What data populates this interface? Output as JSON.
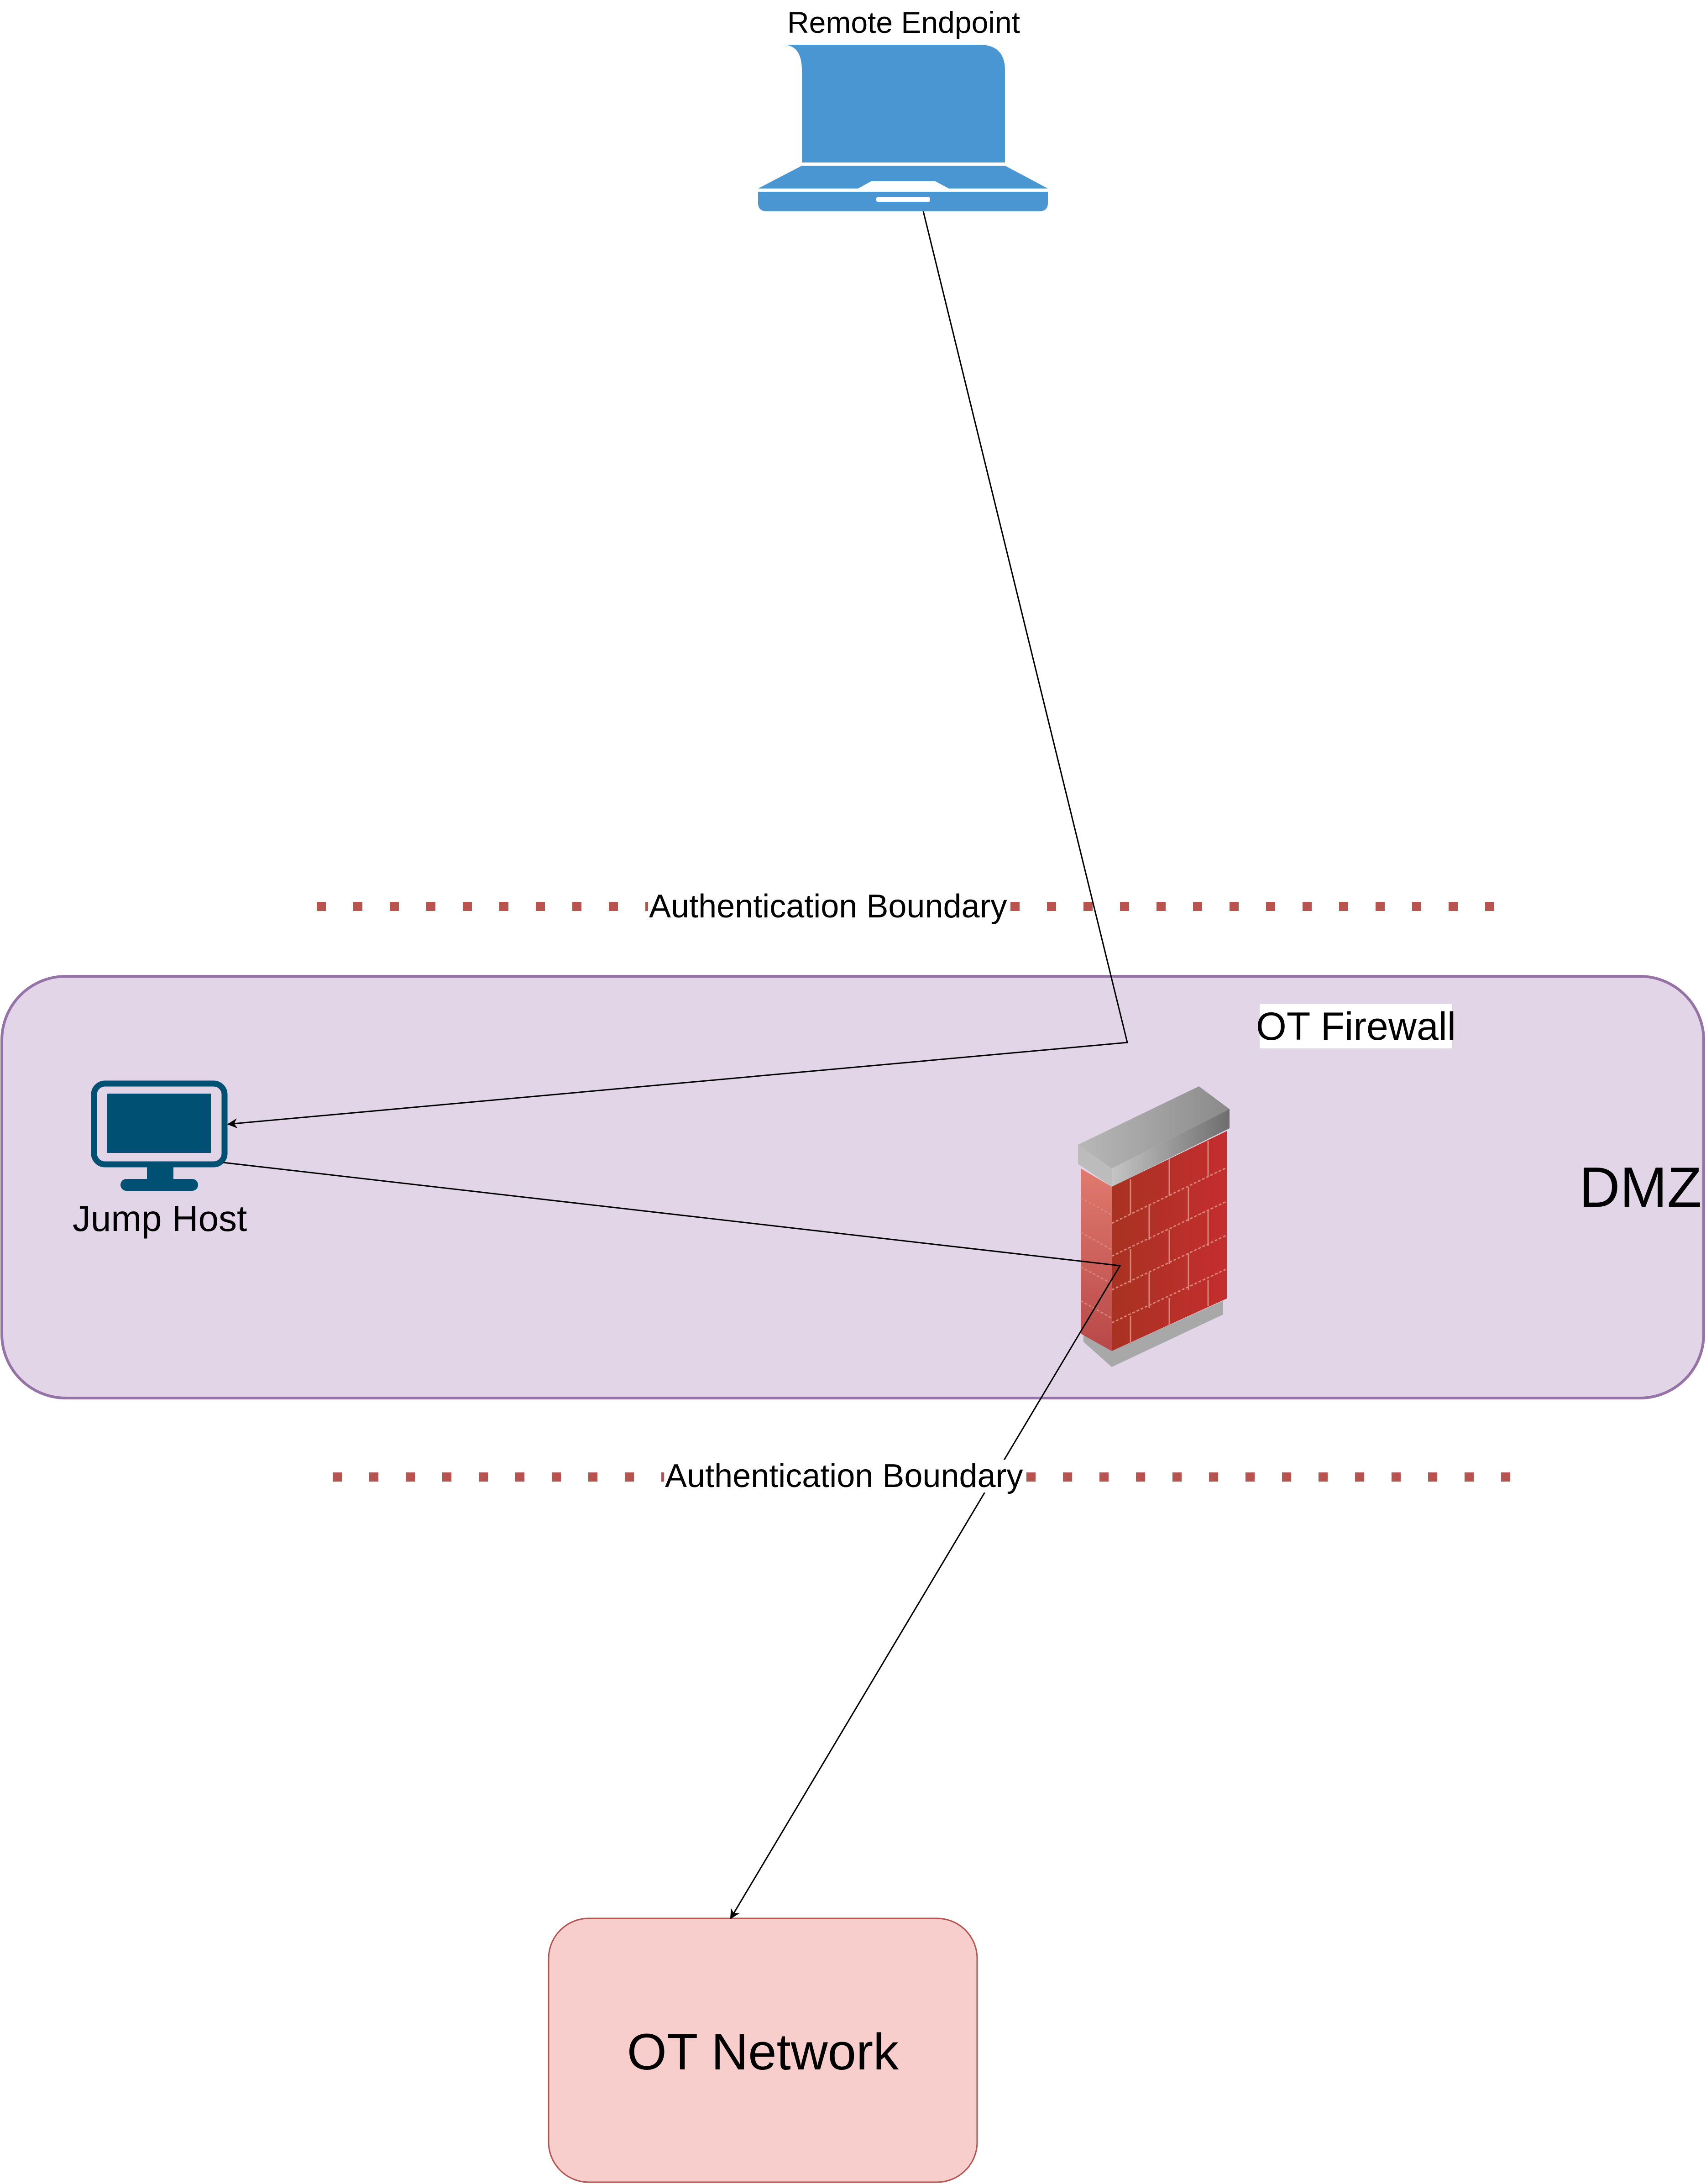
{
  "diagram": {
    "title": "Remote access path to OT network through DMZ",
    "nodes": {
      "remote_endpoint": {
        "label": "Remote Endpoint",
        "icon": "laptop-icon",
        "color": "#4A96D2"
      },
      "jump_host": {
        "label": "Jump Host",
        "icon": "monitor-icon",
        "color": "#005073"
      },
      "ot_firewall": {
        "label": "OT Firewall",
        "icon": "firewall-brick-wall-icon"
      },
      "ot_network": {
        "label": "OT Network",
        "fill": "#F8CECC",
        "stroke": "#B85450"
      }
    },
    "zones": {
      "dmz": {
        "label": "DMZ",
        "fill": "#E1D5E7",
        "stroke": "#9673A6"
      }
    },
    "boundaries": [
      {
        "label": "Authentication Boundary",
        "color": "#B85450",
        "style": "dotted"
      },
      {
        "label": "Authentication Boundary",
        "color": "#B85450",
        "style": "dotted"
      }
    ],
    "edges": [
      {
        "from": "Remote Endpoint",
        "via": "OT Firewall",
        "to": "Jump Host",
        "arrow": "end"
      },
      {
        "from": "Jump Host",
        "via": "OT Firewall",
        "to": "OT Network",
        "arrow": "end"
      }
    ]
  }
}
